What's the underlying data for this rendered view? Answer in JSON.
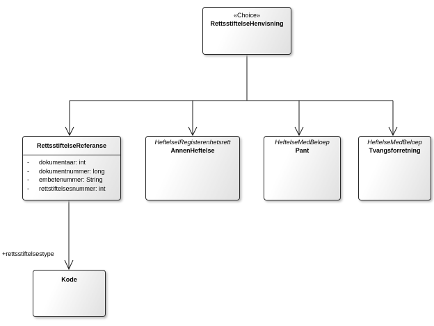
{
  "diagram": {
    "type": "uml-class-diagram",
    "nodes": {
      "choice": {
        "stereotype": "«Choice»",
        "name": "RettsstiftelseHenvisning"
      },
      "referanse": {
        "name": "RettsstiftelseReferanse",
        "attributes": [
          {
            "visibility": "-",
            "text": "dokumentaar: int"
          },
          {
            "visibility": "-",
            "text": "dokumentnummer: long"
          },
          {
            "visibility": "-",
            "text": "embetenummer: String"
          },
          {
            "visibility": "-",
            "text": "rettstiftelsesnummer: int"
          }
        ]
      },
      "annenHeftelse": {
        "parent": "HeftelseIRegisterenhetsrett",
        "name": "AnnenHeftelse"
      },
      "pant": {
        "parent": "HeftelseMedBeloep",
        "name": "Pant"
      },
      "tvangsforretning": {
        "parent": "HeftelseMedBeloep",
        "name": "Tvangsforretning"
      },
      "kode": {
        "name": "Kode"
      }
    },
    "edges": {
      "kodeAssociation": {
        "label": "+rettsstiftelsestype"
      }
    },
    "colors": {
      "background": "#ffffff",
      "boxFillLight": "#ffffff",
      "boxFillDark": "#e0e0e0",
      "boxBorder": "#2b2b2b",
      "connector": "#1a1a1a",
      "text": "#000000"
    }
  }
}
